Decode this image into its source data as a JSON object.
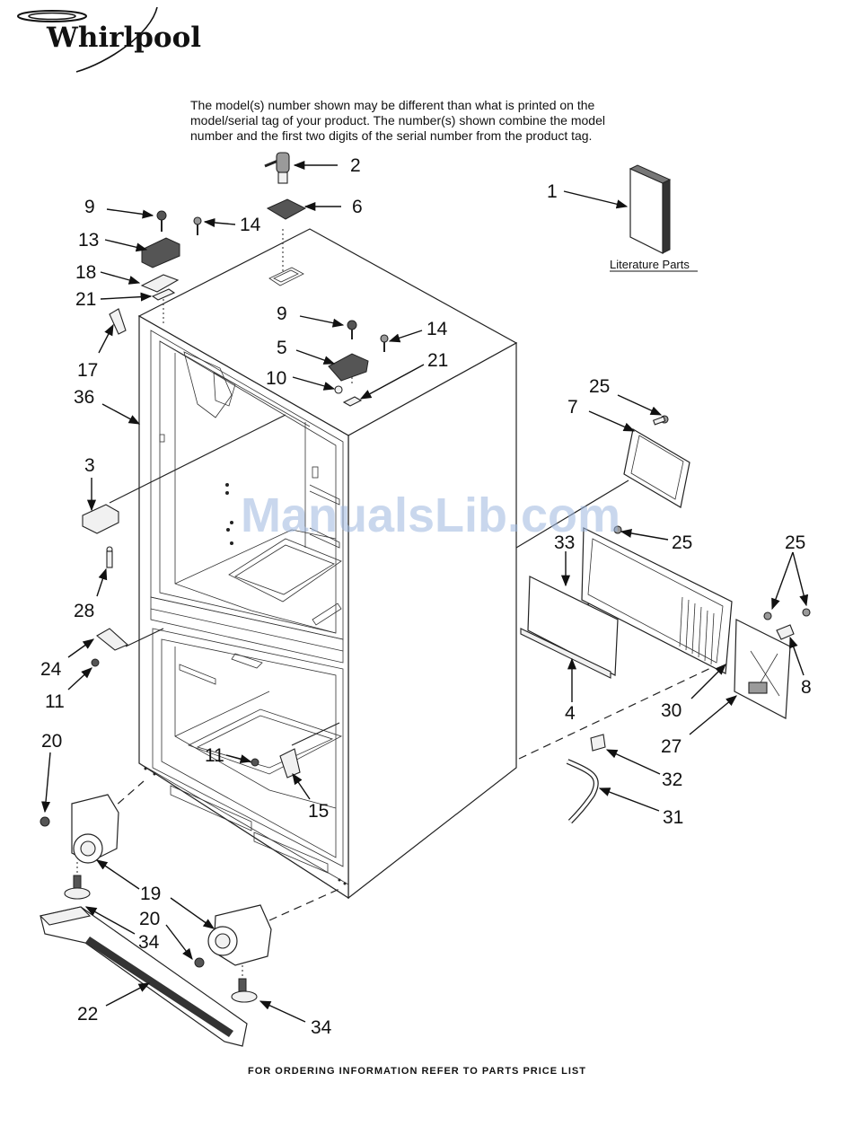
{
  "brand": {
    "name": "Whirlpool"
  },
  "notice": [
    "The model(s) number shown may be different than what is printed on the",
    "model/serial tag of your product. The number(s) shown combine the model",
    "number and the first two digits of the serial number from the product tag."
  ],
  "literature_label": "Literature Parts",
  "watermark": "ManualsLib.com",
  "footer": "FOR ORDERING INFORMATION REFER TO PARTS PRICE LIST",
  "callouts": {
    "c1": "1",
    "c2": "2",
    "c3": "3",
    "c4": "4",
    "c5": "5",
    "c6": "6",
    "c7": "7",
    "c8": "8",
    "c9a": "9",
    "c9b": "9",
    "c10": "10",
    "c11a": "11",
    "c11b": "11",
    "c13": "13",
    "c14a": "14",
    "c14b": "14",
    "c15": "15",
    "c17": "17",
    "c18": "18",
    "c19": "19",
    "c20a": "20",
    "c20b": "20",
    "c21a": "21",
    "c21b": "21",
    "c22": "22",
    "c24": "24",
    "c25a": "25",
    "c25b": "25",
    "c25c": "25",
    "c27": "27",
    "c28": "28",
    "c30": "30",
    "c31": "31",
    "c32": "32",
    "c33": "33",
    "c34a": "34",
    "c34b": "34",
    "c36": "36"
  }
}
